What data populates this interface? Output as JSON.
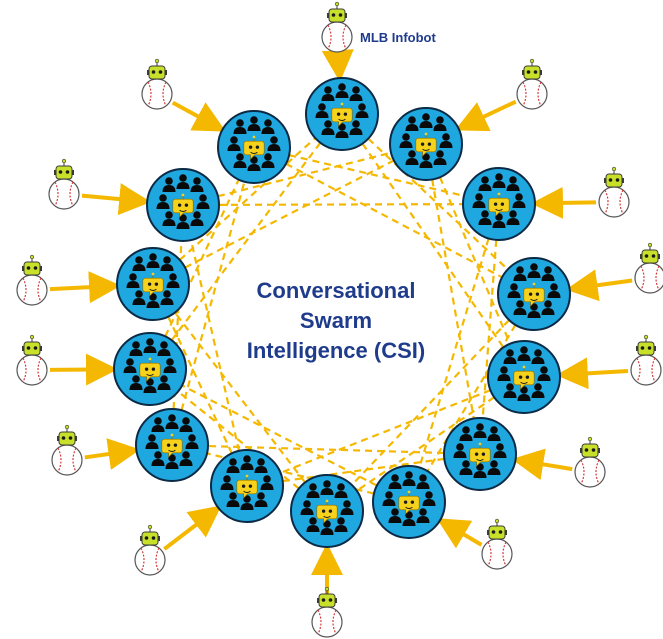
{
  "title": {
    "line1": "Conversational",
    "line2": "Swarm",
    "line3": "Intelligence (CSI)"
  },
  "infobot_label": "MLB Infobot",
  "colors": {
    "title": "#1f3b8c",
    "label": "#1f3b8c",
    "group_fill": "#1fa7df",
    "group_stroke": "#0b2a45",
    "person": "#0a0a0a",
    "connector": "#f5b800",
    "arrow": "#f5b800",
    "bot_face": "#c8e02a",
    "chat_bubble": "#f6d21c",
    "baseball_stitch": "#d6393a"
  },
  "icons": [
    "people-group-icon",
    "chat-bot-icon",
    "robot-icon",
    "baseball-icon",
    "arrow-icon"
  ],
  "diagram": {
    "group_count": 14,
    "bot_count": 14
  }
}
